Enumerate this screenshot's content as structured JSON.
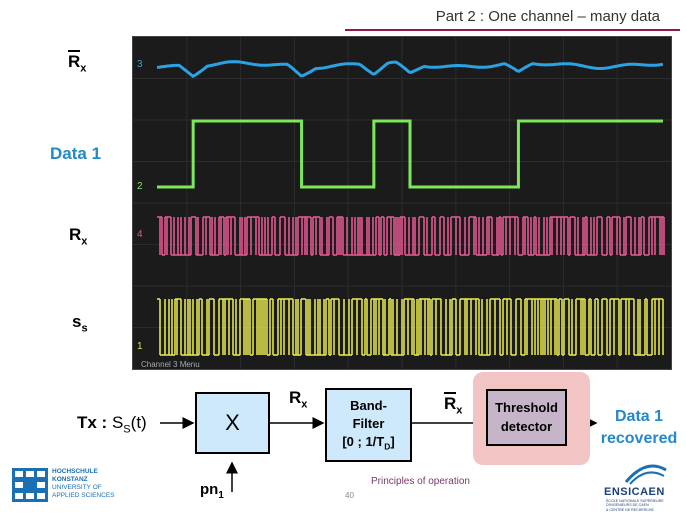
{
  "header": {
    "title": "Part 2 : One channel – many data"
  },
  "scope": {
    "channels": [
      {
        "id": "3",
        "label_main": "R",
        "label_sub": "x",
        "overbar": true,
        "color": "#29a3e3"
      },
      {
        "id": "2",
        "label": "Data 1",
        "color": "#7ee85a"
      },
      {
        "id": "4",
        "label_main": "R",
        "label_sub": "x",
        "overbar": false,
        "color": "#e0588f"
      },
      {
        "id": "1",
        "label_main": "s",
        "label_sub": "s",
        "color": "#e1e34e"
      }
    ],
    "menu_text": "Channel 3 Menu",
    "data1_levels": [
      0,
      1,
      1,
      1,
      0,
      0,
      1,
      0,
      0,
      0,
      1,
      1,
      1,
      1
    ]
  },
  "diagram": {
    "input_main": "Tx : ",
    "input_s": "S",
    "input_sub": "S",
    "input_suffix": "(t)",
    "mixer_label": "X",
    "pn_main": "pn",
    "pn_sub": "1",
    "rx1_main": "R",
    "rx1_sub": "x",
    "filter_line1": "Band-",
    "filter_line2": "Filter",
    "filter_line3_pre": "[0 ; 1/T",
    "filter_line3_sub": "D",
    "filter_line3_post": "]",
    "rx2_main": "R",
    "rx2_sub": "x",
    "threshold_line1": "Threshold",
    "threshold_line2": "detector",
    "output_line1": "Data 1",
    "output_line2": "recovered"
  },
  "footer": {
    "caption": "Principles of operation",
    "page_number": "40",
    "logo_left": [
      "HOCHSCHULE",
      "KONSTANZ",
      "UNIVERSITY OF",
      "APPLIED SCIENCES"
    ],
    "logo_right": "ENSICAEN",
    "logo_right_sub": [
      "ÉCOLE NATIONALE SUPÉRIEURE D'INGÉNIEURS DE CAEN",
      "& CENTRE DE RECHERCHE"
    ]
  }
}
